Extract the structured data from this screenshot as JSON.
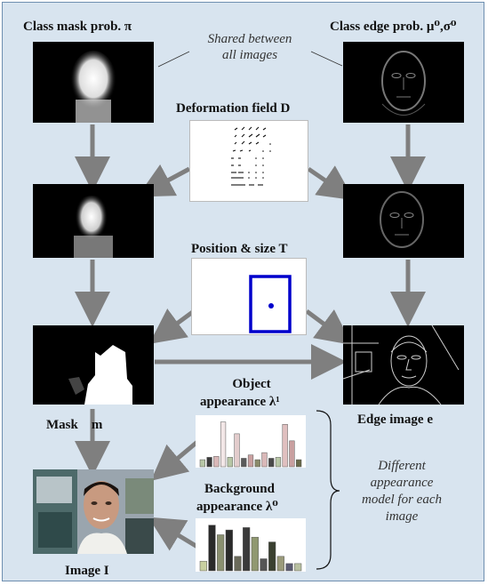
{
  "labels": {
    "class_mask": "Class mask prob. π",
    "class_edge": "Class edge prob. μ⁰,σ⁰",
    "shared_line1": "Shared between",
    "shared_line2": "all images",
    "deformation": "Deformation field D",
    "position": "Position & size T",
    "mask": "Mask    m",
    "edge_image": "Edge image  e",
    "object_app_line1": "Object",
    "object_app_line2": "appearance λ¹",
    "background_app_line1": "Background",
    "background_app_line2": "appearance λ⁰",
    "image": "Image I",
    "different_line1": "Different",
    "different_line2": "appearance",
    "different_line3": "model for each",
    "different_line4": "image"
  },
  "colors": {
    "frame_bg": "#d8e4ef",
    "arrow": "#7f7f7f",
    "t_box": "#0000cc"
  },
  "hist_object": [
    0.15,
    0.2,
    0.22,
    0.95,
    0.2,
    0.7,
    0.18,
    0.25,
    0.15,
    0.3,
    0.18,
    0.2,
    0.9,
    0.55,
    0.15
  ],
  "hist_background": [
    0.2,
    0.95,
    0.75,
    0.85,
    0.3,
    0.9,
    0.7,
    0.25,
    0.6,
    0.3,
    0.15,
    0.15
  ],
  "hist_object_colors": [
    "#b8c7a6",
    "#3a3a3a",
    "#d9b8b8",
    "#f2e6e6",
    "#b8c7a6",
    "#e3cccc",
    "#5a5a5a",
    "#c9a0a0",
    "#8a8a6a",
    "#d9b8b8",
    "#4a4a4a",
    "#b8c7a6",
    "#e0c0c0",
    "#c9a0a0",
    "#6a6a4a"
  ],
  "hist_background_colors": [
    "#c8d0a0",
    "#2a2a2a",
    "#8a9070",
    "#2a2a2a",
    "#6a6a5a",
    "#3a3a3a",
    "#909870",
    "#555555",
    "#3a4030",
    "#9a9a7a",
    "#5a5a70",
    "#b8c0a0"
  ]
}
